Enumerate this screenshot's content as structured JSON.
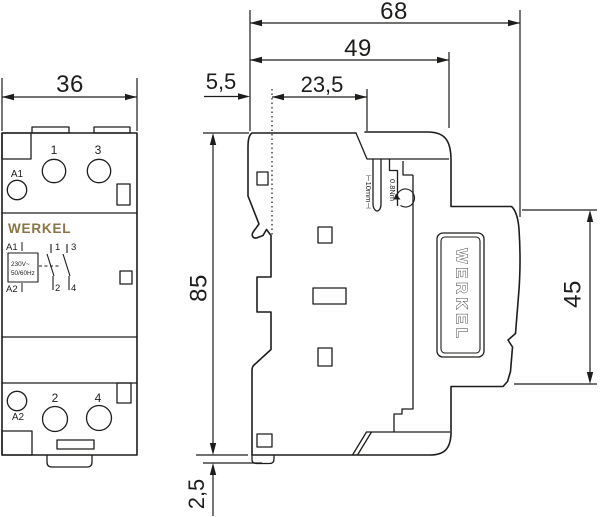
{
  "title": "WERKEL modular contactor dimension drawing",
  "colors": {
    "line": "#1d1d1b",
    "brand_gold": "#8a7344",
    "background": "#ffffff"
  },
  "dims": {
    "width": "36",
    "total_depth": "68",
    "body_depth": "49",
    "din_offset": "5,5",
    "din_to_clamp": "23,5",
    "height": "85",
    "front_height": "45",
    "foot": "2,5"
  },
  "front": {
    "brand": "WERKEL",
    "a1": "A1",
    "t1": "1",
    "t3": "3",
    "a2": "A2",
    "t2": "2",
    "t4": "4",
    "schematic": {
      "a1": "A1",
      "a2": "A2",
      "voltage": "230V~",
      "freq": "50/60Hz",
      "p1": "1",
      "p3": "3",
      "p2": "2",
      "p4": "4"
    }
  },
  "side": {
    "strip": "⊢10mm⊣",
    "torque": "0.8Nm",
    "brand": "WERKEL"
  }
}
